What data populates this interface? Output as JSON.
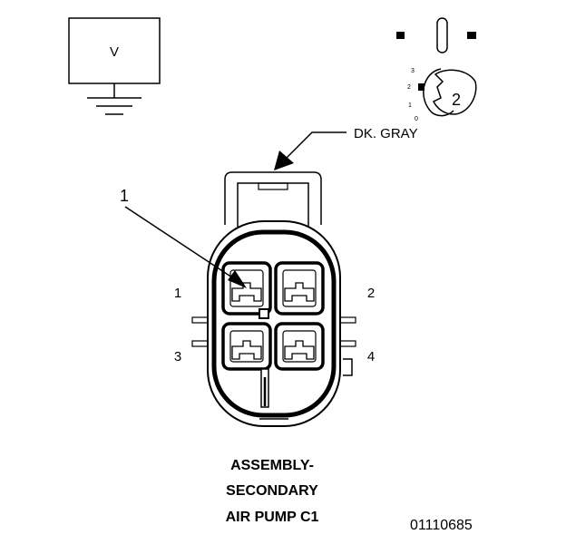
{
  "voltmeter": {
    "label": "V"
  },
  "connector": {
    "color_label": "DK. GRAY",
    "callout": "1",
    "pins": [
      "1",
      "2",
      "3",
      "4"
    ]
  },
  "selector": {
    "scale": [
      "3",
      "2",
      "1",
      "0"
    ],
    "position": "2"
  },
  "caption": {
    "line1": "ASSEMBLY-",
    "line2": "SECONDARY",
    "line3": "AIR PUMP C1"
  },
  "figure_number": "01110685",
  "colors": {
    "ink": "#000000",
    "paper": "#ffffff"
  }
}
